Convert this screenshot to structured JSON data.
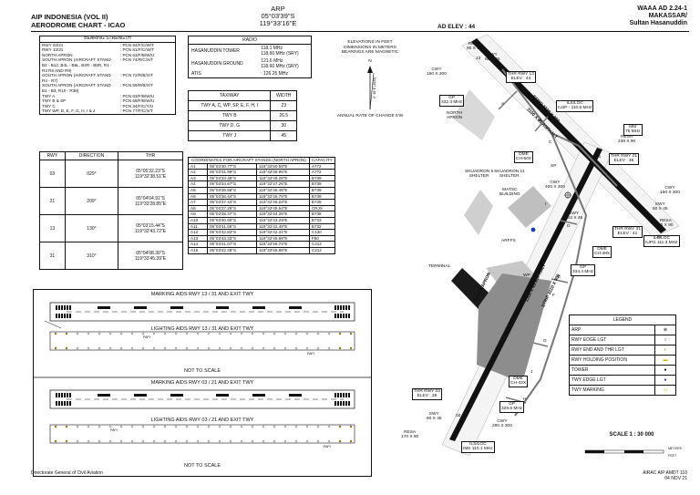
{
  "header": {
    "left_line1": "AIP INDONESIA (VOL II)",
    "left_line2": "AERODROME CHART - ICAO",
    "center_line1": "ARP",
    "center_line2": "05°03'39\"S",
    "center_line3": "119°33'16\"E",
    "elevation": "AD ELEV : 44",
    "right_line1": "WAAA AD 2.24-1",
    "right_line2": "MAKASSAR/",
    "right_line3": "Sultan Hasanuddin"
  },
  "bearing_strength": {
    "title": "BEARING STRENGTH",
    "rows": [
      {
        "item": "RWY 03/21",
        "value": ": PCN 94/F/C/W/T"
      },
      {
        "item": "RWY 13/31",
        "value": ": PCN 81/F/C/W/T"
      },
      {
        "item": "NORTH APRON",
        "value": ": PCN 63/F/B/W/U"
      },
      {
        "item": "SOUTH APRON (AIRCRAFT STAND B4 - B12, B4L - B6L, B4R - B6R, R1 - R3 R5 AND R9)",
        "value": ": PCN 74/R/C/X/T"
      },
      {
        "item": "SOUTH APRON (AIRCRAFT STAND R4 - R7)",
        "value": ": PCN 72/R/B/X/T"
      },
      {
        "item": "SOUTH APRON (AIRCRAFT STAND B1 - B3, R10 - R38)",
        "value": ": PCN 69/R/B/X/T"
      },
      {
        "item": "TWY A",
        "value": ": PCN 63/F/B/W/U"
      },
      {
        "item": "TWY B & SP",
        "value": ": PCN 68/F/B/W/U"
      },
      {
        "item": "TWY C",
        "value": ": PCN 34/F/C/Y/U"
      },
      {
        "item": "TWY WP, D, E, F, G, H, I & J",
        "value": ": PCN 77/F/C/X/T"
      }
    ]
  },
  "radio": {
    "title": "RADIO",
    "rows": [
      {
        "name": "HASANUDDIN TOWER",
        "freq": "118.1 MHz\n118.60 MHz (SRY)"
      },
      {
        "name": "HASANUDDIN GROUND",
        "freq": "121.6 MHz\n118.60 MHz (SRY)"
      },
      {
        "name": "ATIS",
        "freq": ": 126.25 MHz"
      }
    ]
  },
  "taxiway_width": {
    "col1": "TAXIWAY",
    "col2": "WIDTH",
    "rows": [
      {
        "twy": "TWY A, C, WP, SP, E, F, H, I",
        "width": "23"
      },
      {
        "twy": "TWY B",
        "width": "26.5"
      },
      {
        "twy": "TWY D, G",
        "width": "30"
      },
      {
        "twy": "TWY J",
        "width": "45"
      }
    ]
  },
  "runways": {
    "cols": [
      "RWY",
      "DIRECTION",
      "THR"
    ],
    "rows": [
      {
        "rwy": "03",
        "dir": "029°",
        "thr": "05°05'32.23\"S\n119°32'38.51\"E"
      },
      {
        "rwy": "21",
        "dir": "209°",
        "thr": "05°04'04.91\"S\n119°33'28.85\"E"
      },
      {
        "rwy": "13",
        "dir": "130°",
        "thr": "05°03'15.44\"S\n119°32'43.72\"E"
      },
      {
        "rwy": "31",
        "dir": "310°",
        "thr": "05°04'08.30\"S\n119°33'45.39\"E"
      }
    ]
  },
  "stands": {
    "title": "COORDINATES FOR AIRCRAFT STANDS (NORTH APRON)",
    "cap_header": "CAPACITY",
    "rows": [
      [
        "A1",
        "05°03'30.77\"S",
        "119°32'50.59\"E",
        "A772"
      ],
      [
        "A2",
        "05°03'31.99\"S",
        "119°32'49.95\"E",
        "A772"
      ],
      [
        "A3",
        "05°03'33.48\"S",
        "119°32'48.28\"E",
        "B739"
      ],
      [
        "A4",
        "05°03'34.67\"S",
        "119°32'47.26\"E",
        "B739"
      ],
      [
        "A5",
        "05°03'35.58\"S",
        "119°32'46.48\"E",
        "B739"
      ],
      [
        "A6",
        "05°03'36.44\"S",
        "119°32'45.75\"E",
        "B739"
      ],
      [
        "A7",
        "05°03'37.43\"S",
        "119°32'45.23\"E",
        "B739"
      ],
      [
        "A8",
        "05°03'37.25\"S",
        "119°32'45.54\"E",
        "CRJX"
      ],
      [
        "A9",
        "05°03'39.37\"S",
        "119°32'44.25\"E",
        "B738"
      ],
      [
        "A10",
        "05°03'40.60\"S",
        "119°32'43.29\"E",
        "B733"
      ],
      [
        "A11",
        "05°03'41.55\"S",
        "119°32'42.49\"E",
        "B732"
      ],
      [
        "A12",
        "05°03'42.83\"S",
        "119°32'42.31\"E",
        "C130"
      ],
      [
        "A13",
        "05°03'43.33\"S",
        "119°32'45.89\"E",
        "F50"
      ],
      [
        "A14",
        "05°03'41.07\"S",
        "119°32'46.74\"E",
        "C212"
      ],
      [
        "A15",
        "05°03'42.48\"S",
        "119°32'46.86\"E",
        "C212"
      ]
    ]
  },
  "notes": {
    "line1": "ELEVATIONS IN FEET",
    "line2": "DIMENSIONS IN METERS",
    "line3": "BEARINGS ARE MAGNETIC",
    "north": "N",
    "var": "0° 38' E (2022)",
    "change": "ANNUAL RATE OF CHANGE 5'W"
  },
  "marking": {
    "title1": "MARKING AIDS RWY 13 / 31 AND EXIT TWY",
    "lighting1": "LIGHTING AIDS RWY 13 / 31 AND EXIT TWY",
    "title2": "MARKING AIDS RWY 03 / 21 AND EXIT TWY",
    "lighting2": "LIGHTING AIDS RWY 03 / 21 AND EXIT TWY",
    "nts": "NOT TO SCALE",
    "papi": "PAPI"
  },
  "map_labels": {
    "resa_13": "RESA\n90 X 90",
    "swy_13": "SWY\n60 X 45",
    "cwy_13": "CWY\n150 X 300",
    "thr13": "THR RWY 13\nELEV : 44",
    "gp_13": "GP\n332.3 MHz",
    "north_apron": "NORTH\nAPRON",
    "rwy1331": "3100 X 45 ASPHALT",
    "strip1331": "STRIP 3220 X 300",
    "ils13": "ILS/LOC\nIUJP - 110.5 MHz",
    "mm": "MM\n75 MHz",
    "resa_31": "RESA\n238 X 90",
    "dme_13": "DME\nCH-50X",
    "sq5": "SKUADRON 5\nSHELTER",
    "sq11": "SKUADRON 11\nSHELTER",
    "matsc": "MATSC\nBUILDING",
    "sp": "SP",
    "cwy400": "CWY\n400 X 300",
    "thr21": "THR RWY 21\nELEV : 36",
    "cwy_31": "CWY\n150 X 300",
    "swy_31": "SWY\n60 X 45",
    "resa_31b": "RESA\n90 X 90",
    "swy_21": "SWY\n102 X 45",
    "thr31": "THR RWY 31\nELEV : 41",
    "ils31": "ILS/LOC\nIUPG 111.3 MHz",
    "dme_21": "DME\nCH-38X",
    "gp_21": "GP\n334.4 MHz",
    "arffs": "ARFFS",
    "terminal": "TERMINAL",
    "south_apron": "SOUTH APRON",
    "rwy0321": "3100 X 45 ASPHALT",
    "strip0321": "STRIP 3220 X 300",
    "thr03": "THR RWY 03\nELEV : 38",
    "dme_03": "DME\nCH-42X",
    "gp_03": "GP\n329.6 MHz",
    "swy_03": "SWY\n60 X 45",
    "cwy_03": "CWY\n290 X 300",
    "resa_03": "RESA\n170 X 90",
    "ils03": "ILS/LOC\nIMK 110.1 MHz",
    "twy_a": "A",
    "twy_b": "B",
    "twy_c": "C",
    "twy_d": "D",
    "twy_e": "E",
    "twy_f": "F",
    "twy_g": "G",
    "twy_h": "H",
    "twy_i": "I",
    "twy_j": "J",
    "wp": "WP",
    "rwy13": "13",
    "rwy31": "31",
    "rwy03": "03",
    "rwy21": "21"
  },
  "legend": {
    "title": "LEGEND",
    "rows": [
      "ARP",
      "RWY EDGE LGT",
      "RWY END AND THR LGT",
      "RWY HOLDING POSITION",
      "TOWER",
      "TWY EDGE LGT",
      "TWY MARKING"
    ]
  },
  "scale": {
    "title": "SCALE 1 : 30 000",
    "meters": "METERS",
    "feet": "FEET"
  },
  "footer": {
    "left": "Directorate General of Civil Aviation",
    "right1": "AIRAC AIP AMDT 110",
    "right2": "04 NOV 21"
  }
}
